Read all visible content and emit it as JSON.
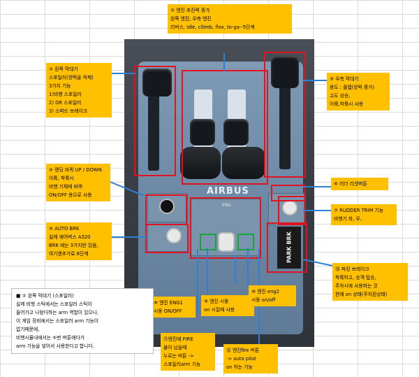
{
  "notes": {
    "n1": "① 엔진 추진력 증가\n왼쪽 엔진, 우측 엔진\n리버스, idle, cllimb, flex, to-ga--5단계",
    "n2": "② 왼쪽 막대기\n스포일러(양력을 억제)\n3가지 기능\n1)비행 스포일러\n2) GR 스포일러\n3) 스피드 브레이크",
    "n3": "③ 우측 막대기\n용도 : 플랩(양력 증가)\n고도 상승,\n이륙,착륙시 사용",
    "n4": "④ 랜딩 바퀴 UP / DOWN\n이륙, 착륙시\n비행 기체에 바퀴\nON/OFF 용으로 사용",
    "n5": "⑤ AUTO BRK\n실제 에어버스 A320\nBRK 에는 3가지만 있음,\n여기엔추가로 6단계",
    "n6": "⑥ 러더 리셋버튼",
    "n7": "⑦ RUDDER TRIM 기능\n비행기 좌, 우,",
    "n8": "⑧ 엔진 ENG1\n시동 ON/OFF",
    "n9": "⑨ 엔진 시동\non 시킬때 사용",
    "n10": "⑩ 엔진 eng2\n시동 on/off",
    "n11": "⑪엔진에 FIRE\n불이 났을때\n누르는 버튼 ->\n스포일러arm 기능",
    "n12": "⑫ 엔진fire 버튼\n-> auto pilot\non 하는 기능",
    "n13": "⑬ 파킹 브레이크\n착륙하고, 승객 탑승,\n주차시에 사용하는 것\n현재 on 상태(주차된상태)",
    "summary": "■ ② 왼쪽 막대기 (스포일러)\n실제 비행 스틱에서는 스포일러 스틱이\n들어가고 나왔다하는 arm 역할이 있으나,\n이 게임 장비에서는 스포일러 arm 기능이\n없기때문에,\n비행시뮬내에서는 ⑤번 버튼에다가\narm 기능을 넣어서 사용한다고 합니다."
  },
  "device": {
    "brand": "AIRBUS",
    "eng_label": "ENG",
    "park_label": "PARK BRK"
  },
  "colors": {
    "note": "#ffc000",
    "highlight_red": "#e0131e",
    "highlight_green": "#1aa33a",
    "leader_line": "#2f7fd6"
  }
}
